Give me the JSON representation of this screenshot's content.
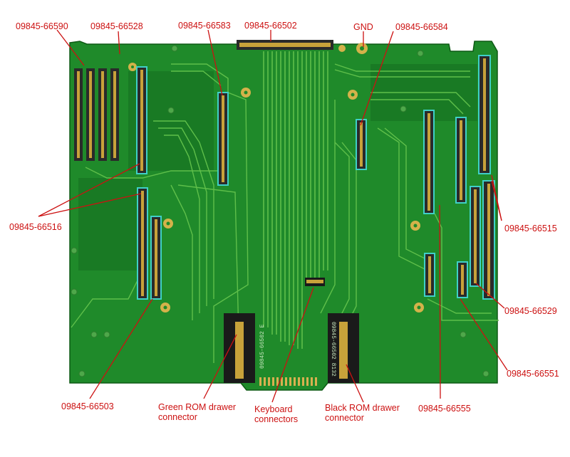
{
  "colors": {
    "board": "#1f8a2a",
    "board_dark": "#166b20",
    "trace": "#5fbf4a",
    "label": "#cc1111",
    "connector": "#2a2a2a",
    "pin": "#c8a23a",
    "clip": "#3fd0c8",
    "pad": "#d4b24a"
  },
  "labels": {
    "p66590": "09845-66590",
    "p66528": "09845-66528",
    "p66583": "09845-66583",
    "p66502": "09845-66502",
    "gnd": "GND",
    "p66584": "09845-66584",
    "p66516": "09845-66516",
    "p66515": "09845-66515",
    "p66529": "09845-66529",
    "p66551": "09845-66551",
    "p66503": "09845-66503",
    "p66555": "09845-66555",
    "green_rom_1": "Green ROM drawer",
    "green_rom_2": "connector",
    "keyboard_1": "Keyboard",
    "keyboard_2": "connectors",
    "black_rom_1": "Black ROM drawer",
    "black_rom_2": "connector",
    "silk_left": "09845-66502 E",
    "silk_right": "09845-66502 8132"
  }
}
